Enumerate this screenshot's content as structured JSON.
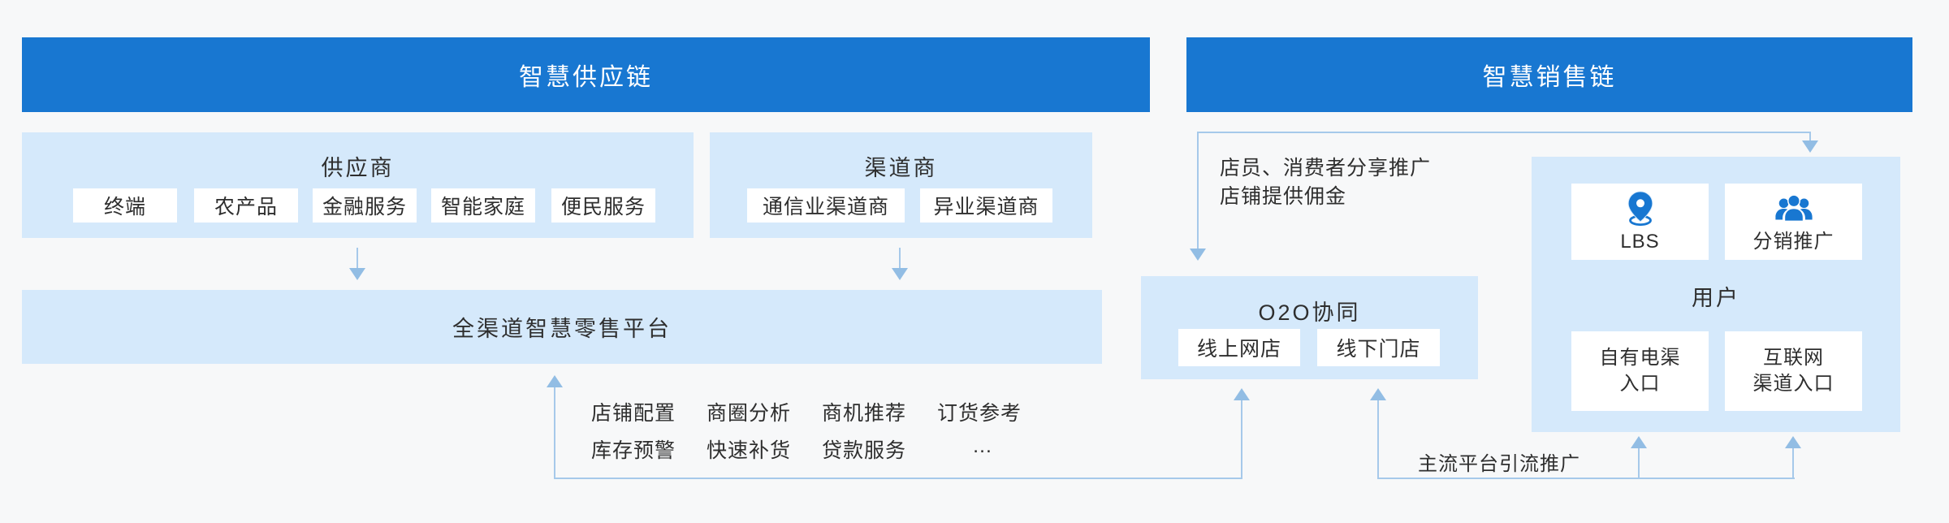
{
  "colors": {
    "accent": "#1877d1",
    "panel": "#d5e9fb",
    "line": "#a6c9ea",
    "head": "#92bde4",
    "text": "#2e2e2e",
    "bg": "#f7f8f9"
  },
  "supply_chain": {
    "header": "智慧供应链",
    "supplier": {
      "title": "供应商",
      "chips": [
        "终端",
        "农产品",
        "金融服务",
        "智能家庭",
        "便民服务"
      ]
    },
    "channel": {
      "title": "渠道商",
      "chips": [
        "通信业渠道商",
        "异业渠道商"
      ]
    },
    "platform": {
      "title": "全渠道智慧零售平台"
    },
    "features": {
      "row1": [
        "店铺配置",
        "商圈分析",
        "商机推荐",
        "订货参考"
      ],
      "row2": [
        "库存预警",
        "快速补货",
        "贷款服务",
        "…"
      ]
    }
  },
  "sales_chain": {
    "header": "智慧销售链",
    "share_label_line1": "店员、消费者分享推广",
    "share_label_line2": "店铺提供佣金",
    "o2o": {
      "title": "O2O协同",
      "chips": [
        "线上网店",
        "线下门店"
      ]
    },
    "user_panel": {
      "title": "用户",
      "top_cards": [
        {
          "icon": "lbs-pin-icon",
          "label": "LBS"
        },
        {
          "icon": "people-icon",
          "label": "分销推广"
        }
      ],
      "bottom_cards": [
        {
          "line1": "自有电渠",
          "line2": "入口"
        },
        {
          "line1": "互联网",
          "line2": "渠道入口"
        }
      ]
    },
    "promo_label": "主流平台引流推广"
  }
}
